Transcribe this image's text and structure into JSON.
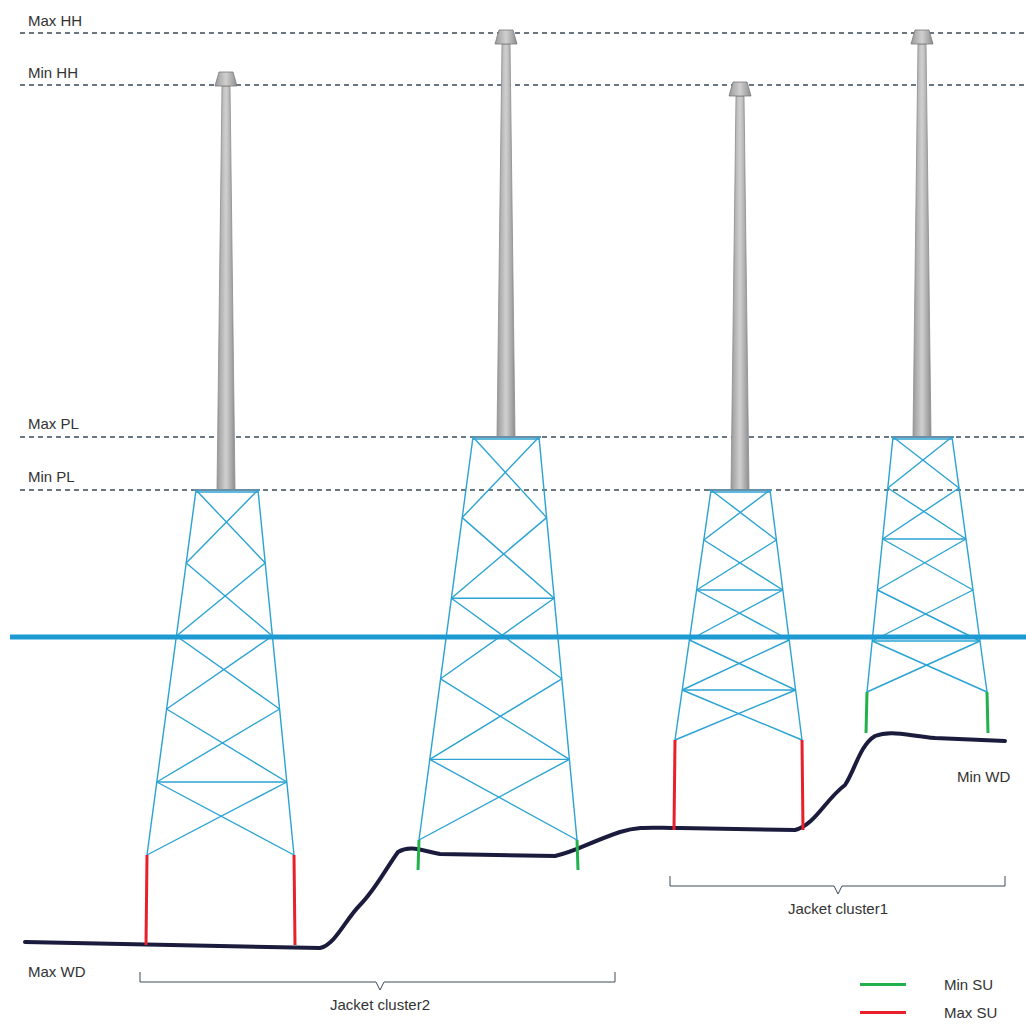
{
  "diagram": {
    "labels": [
      "Max HH",
      "Min HH",
      "Max PL",
      "Min PL",
      "Max WD",
      "Min WD",
      "Jacket cluster1",
      "Jacket cluster2"
    ],
    "legend": [
      {
        "text": "Min SU",
        "color": "#22b14c"
      },
      {
        "text": "Max SU",
        "color": "#e8202a"
      }
    ]
  }
}
